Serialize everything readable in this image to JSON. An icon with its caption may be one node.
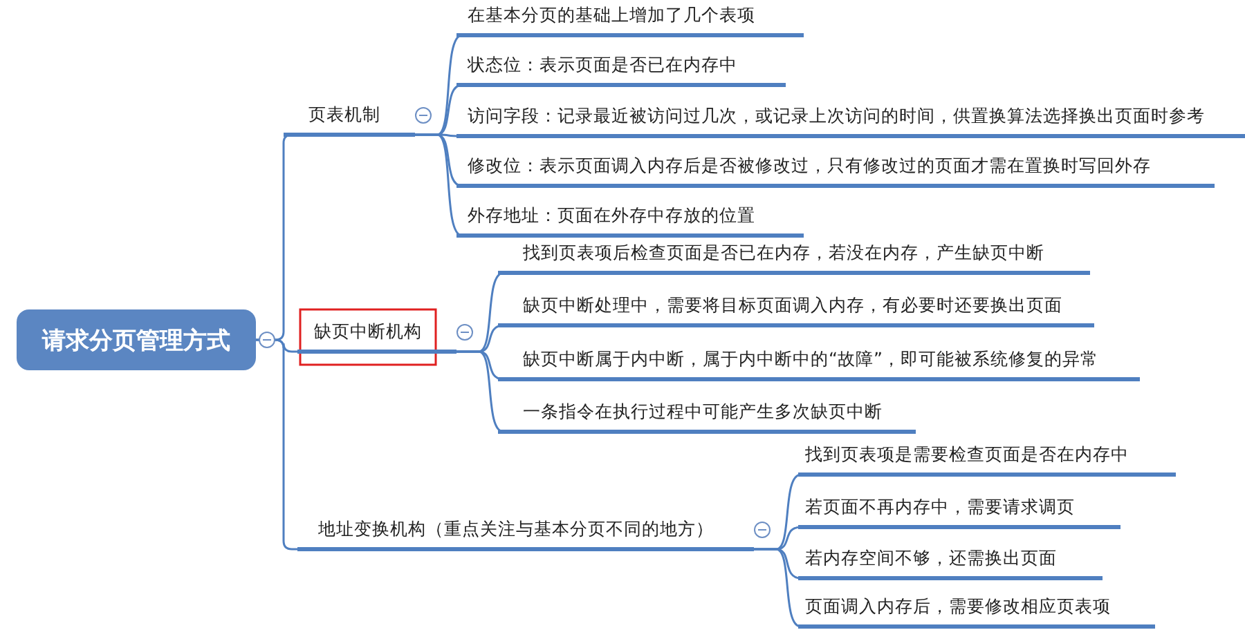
{
  "diagram": {
    "nodes": [
      {
        "text": [
          "请求分页管理方式"
        ]
      },
      {
        "text": [
          "页表机制"
        ]
      },
      {
        "text": [
          "在基本分页的基础上增加了几个表项"
        ]
      },
      {
        "text": [
          "状态位：表示页面是否已在内存中"
        ]
      },
      {
        "text": [
          "访问字段：记录最近被访问过几次，或记录上次访问的时间，供置换算法选择换出页面时参考"
        ]
      },
      {
        "text": [
          "修改位：表示页面调入内存后是否被修改过，只有修改过的页面才需在置换时写回外存"
        ]
      },
      {
        "text": [
          "外存地址：页面在外存中存放的位置"
        ]
      },
      {
        "text": [
          "缺页中断机构"
        ]
      },
      {
        "text": [
          "找到页表项后检查页面是否已在内存，若没在内存，产生缺页中断"
        ]
      },
      {
        "text": [
          "缺页中断处理中，需要将目标页面调入内存，有必要时还要换出页面"
        ]
      },
      {
        "text": [
          "缺页中断属于内中断，属于内中断中的“故障”，即可能被系统修复的异常"
        ]
      },
      {
        "text": [
          "一条指令在执行过程中可能产生多次缺页中断"
        ]
      },
      {
        "text": [
          "地址变换机构（重点关注与基本分页不同的地方）"
        ]
      },
      {
        "text": [
          "找到页表项是需要检查页面是否在内存中"
        ]
      },
      {
        "text": [
          "若页面不再内存中，需要请求调页"
        ]
      },
      {
        "text": [
          "若内存空间不够，还需换出页面"
        ]
      },
      {
        "text": [
          "页面调入内存后，需要修改相应页表项"
        ]
      }
    ],
    "edges": [
      {
        "from": 0,
        "to": 1,
        "arrow": "none"
      },
      {
        "from": 0,
        "to": 7,
        "arrow": "none"
      },
      {
        "from": 0,
        "to": 12,
        "arrow": "none"
      },
      {
        "from": 1,
        "to": 2,
        "arrow": "none"
      },
      {
        "from": 1,
        "to": 3,
        "arrow": "none"
      },
      {
        "from": 1,
        "to": 4,
        "arrow": "none"
      },
      {
        "from": 1,
        "to": 5,
        "arrow": "none"
      },
      {
        "from": 1,
        "to": 6,
        "arrow": "none"
      },
      {
        "from": 7,
        "to": 8,
        "arrow": "none"
      },
      {
        "from": 7,
        "to": 9,
        "arrow": "none"
      },
      {
        "from": 7,
        "to": 10,
        "arrow": "none"
      },
      {
        "from": 7,
        "to": 11,
        "arrow": "none"
      },
      {
        "from": 12,
        "to": 13,
        "arrow": "none"
      },
      {
        "from": 12,
        "to": 14,
        "arrow": "none"
      },
      {
        "from": 12,
        "to": 15,
        "arrow": "none"
      },
      {
        "from": 12,
        "to": 16,
        "arrow": "none"
      }
    ]
  }
}
